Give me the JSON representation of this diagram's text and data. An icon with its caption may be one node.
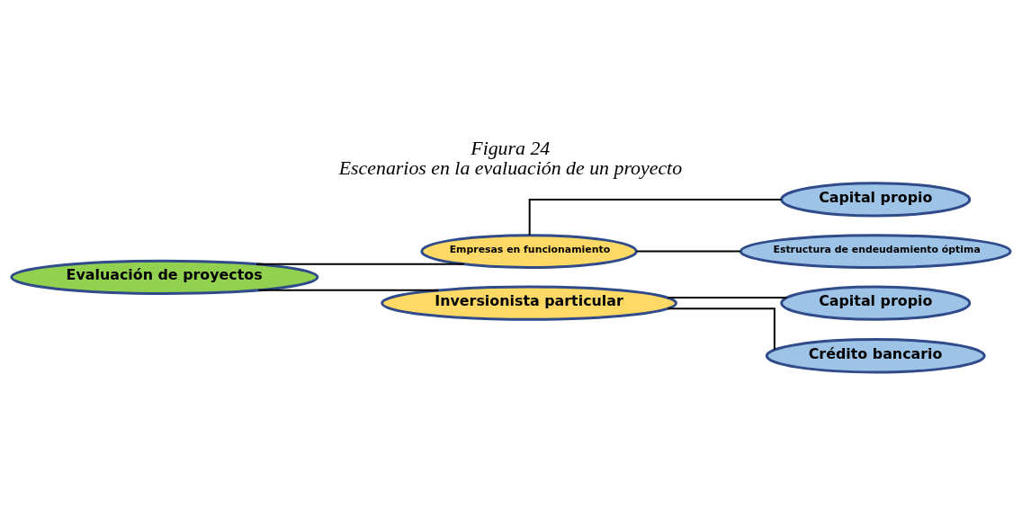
{
  "diagram": {
    "title": "Figura 24",
    "caption": "Escenarios en la evaluación de un proyecto",
    "nodes": [
      {
        "text": [
          "Evaluación de proyectos"
        ]
      },
      {
        "text": [
          "Empresas en funcionamiento"
        ]
      },
      {
        "text": [
          "Inversionista particular"
        ]
      },
      {
        "text": [
          "Capital propio"
        ]
      },
      {
        "text": [
          "Estructura de endeudamiento óptima"
        ]
      },
      {
        "text": [
          "Capital propio"
        ]
      },
      {
        "text": [
          "Crédito bancario"
        ]
      }
    ],
    "edges": [
      {
        "from": 0,
        "to": 1,
        "arrow": "none"
      },
      {
        "from": 0,
        "to": 2,
        "arrow": "none"
      },
      {
        "from": 1,
        "to": 3,
        "arrow": "none"
      },
      {
        "from": 1,
        "to": 4,
        "arrow": "none"
      },
      {
        "from": 2,
        "to": 5,
        "arrow": "none"
      },
      {
        "from": 2,
        "to": 6,
        "arrow": "none"
      }
    ]
  }
}
